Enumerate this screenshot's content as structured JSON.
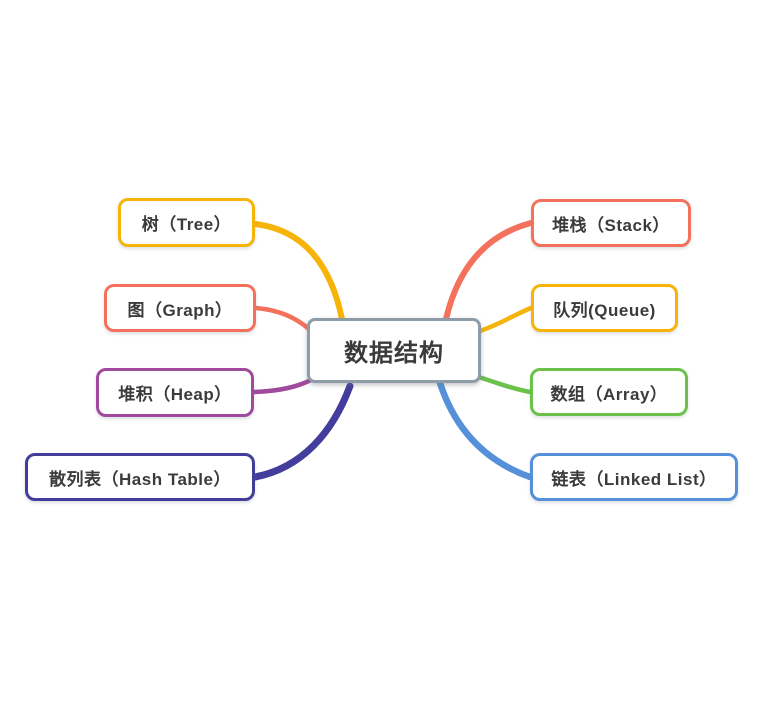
{
  "background": "#FFFFFF",
  "text_color": "#3B3B3B",
  "center": {
    "label": "数据结构",
    "border_color": "#8E9CA8"
  },
  "branches": {
    "left": [
      {
        "label": "树（Tree）",
        "color": "#F6B408"
      },
      {
        "label": "图（Graph）",
        "color": "#F4715C"
      },
      {
        "label": "堆积（Heap）",
        "color": "#9F4A9C"
      },
      {
        "label": "散列表（Hash Table）",
        "color": "#433D9C"
      }
    ],
    "right": [
      {
        "label": "堆栈（Stack）",
        "color": "#F4715C"
      },
      {
        "label": "队列(Queue)",
        "color": "#F6B408"
      },
      {
        "label": "数组（Array）",
        "color": "#6CC14B"
      },
      {
        "label": "链表（Linked List）",
        "color": "#5590D9"
      }
    ]
  }
}
